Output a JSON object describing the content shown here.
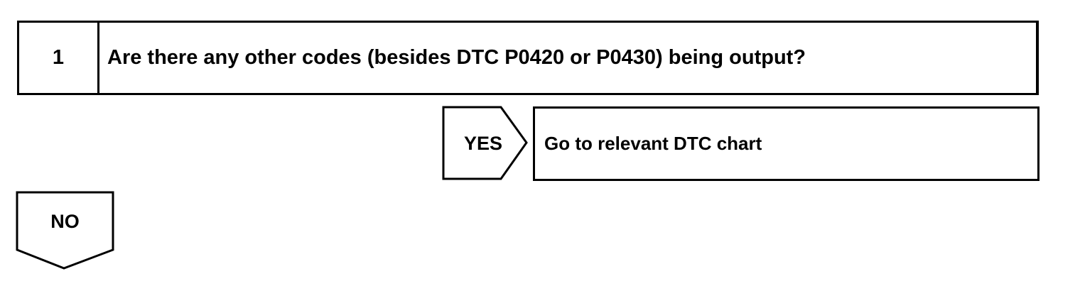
{
  "step": {
    "number": "1",
    "question": "Are there any other codes (besides DTC P0420 or P0430) being output?"
  },
  "yes_branch": {
    "label": "YES",
    "result": "Go to relevant DTC chart"
  },
  "no_branch": {
    "label": "NO"
  }
}
